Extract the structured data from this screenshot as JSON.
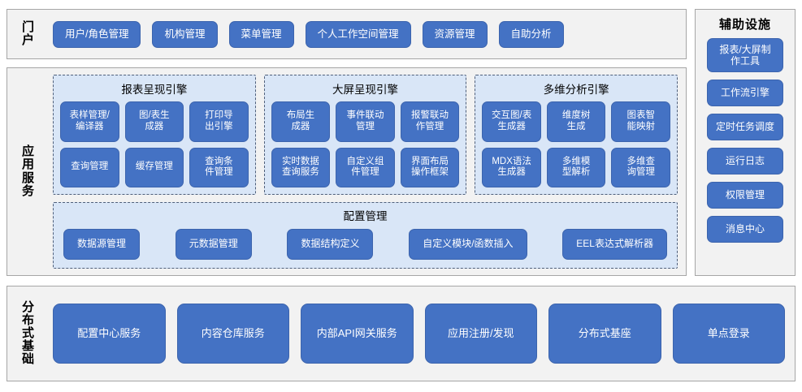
{
  "colors": {
    "button": "#4472C4",
    "button_border": "#3C64AD",
    "band_background": "#F2F2F2",
    "band_border": "#A6A6A6",
    "group_background": "#D9E6F7",
    "group_border": "#4F5F7A",
    "text_on_button": "#FFFFFF",
    "text_dark": "#000000"
  },
  "portal": {
    "label": "门户",
    "items": [
      {
        "label": "用户/角色管理"
      },
      {
        "label": "机构管理"
      },
      {
        "label": "菜单管理"
      },
      {
        "label": "个人工作空间管理"
      },
      {
        "label": "资源管理"
      },
      {
        "label": "自助分析"
      }
    ]
  },
  "aux": {
    "title": "辅助设施",
    "items": [
      {
        "label": "报表/大屏制\n作工具",
        "tall": true
      },
      {
        "label": "工作流引擎",
        "tall": false
      },
      {
        "label": "定时任务调度",
        "tall": false
      },
      {
        "label": "运行日志",
        "tall": false
      },
      {
        "label": "权限管理",
        "tall": false
      },
      {
        "label": "消息中心",
        "tall": false
      }
    ]
  },
  "app_service": {
    "label": "应用服务",
    "engines": [
      {
        "title": "报表呈现引擎",
        "items": [
          {
            "label": "表样管理/\n编译器"
          },
          {
            "label": "图/表生\n成器"
          },
          {
            "label": "打印导\n出引擎"
          },
          {
            "label": "查询管理"
          },
          {
            "label": "缓存管理"
          },
          {
            "label": "查询条\n件管理"
          }
        ]
      },
      {
        "title": "大屏呈现引擎",
        "items": [
          {
            "label": "布局生\n成器"
          },
          {
            "label": "事件联动\n管理"
          },
          {
            "label": "报警联动\n作管理"
          },
          {
            "label": "实时数据\n查询服务"
          },
          {
            "label": "自定义组\n件管理"
          },
          {
            "label": "界面布局\n操作框架"
          }
        ]
      },
      {
        "title": "多维分析引擎",
        "items": [
          {
            "label": "交互图/表\n生成器"
          },
          {
            "label": "维度树\n生成"
          },
          {
            "label": "图表智\n能映射"
          },
          {
            "label": "MDX语法\n生成器"
          },
          {
            "label": "多维模\n型解析"
          },
          {
            "label": "多维查\n询管理"
          }
        ]
      }
    ],
    "config": {
      "title": "配置管理",
      "items": [
        {
          "label": "数据源管理"
        },
        {
          "label": "元数据管理"
        },
        {
          "label": "数据结构定义"
        },
        {
          "label": "自定义模块/函数插入"
        },
        {
          "label": "EEL表达式解析器"
        }
      ]
    }
  },
  "infrastructure": {
    "label": "分布式基础",
    "items": [
      {
        "label": "配置中心服务"
      },
      {
        "label": "内容仓库服务"
      },
      {
        "label": "内部API网关服务"
      },
      {
        "label": "应用注册/发现"
      },
      {
        "label": "分布式基座"
      },
      {
        "label": "单点登录"
      }
    ]
  }
}
